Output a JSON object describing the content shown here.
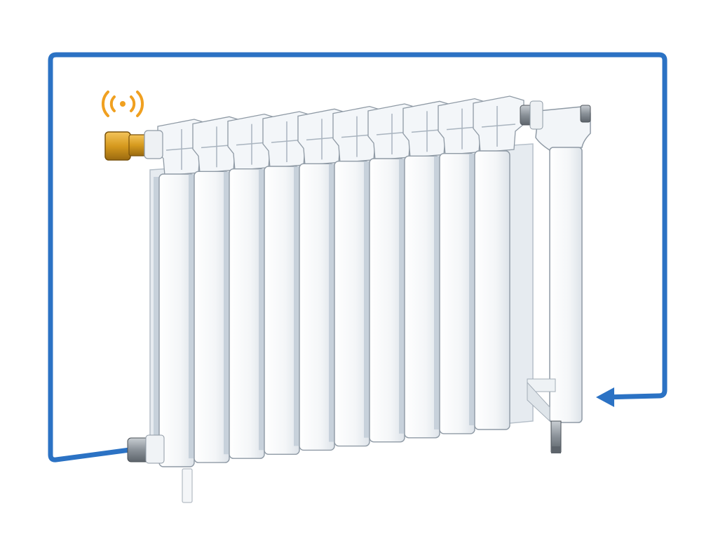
{
  "colors": {
    "background": "#ffffff",
    "pipe": "#2b72c4",
    "radiator_body": "#f7f9fb",
    "radiator_shadow": "#c7d1db",
    "radiator_outline": "#8f9aa5",
    "brass_valve": "#d69a1e",
    "signal": "#f0a020",
    "steel_fitting": "#7d858d"
  },
  "diagram": {
    "fins": 10,
    "pipe_arrow": "left",
    "icons": [
      "wifi-signal-icon",
      "brass-valve-icon",
      "bleed-valve-icon",
      "lower-inlet-fitting",
      "outlet-leg-fitting"
    ]
  }
}
